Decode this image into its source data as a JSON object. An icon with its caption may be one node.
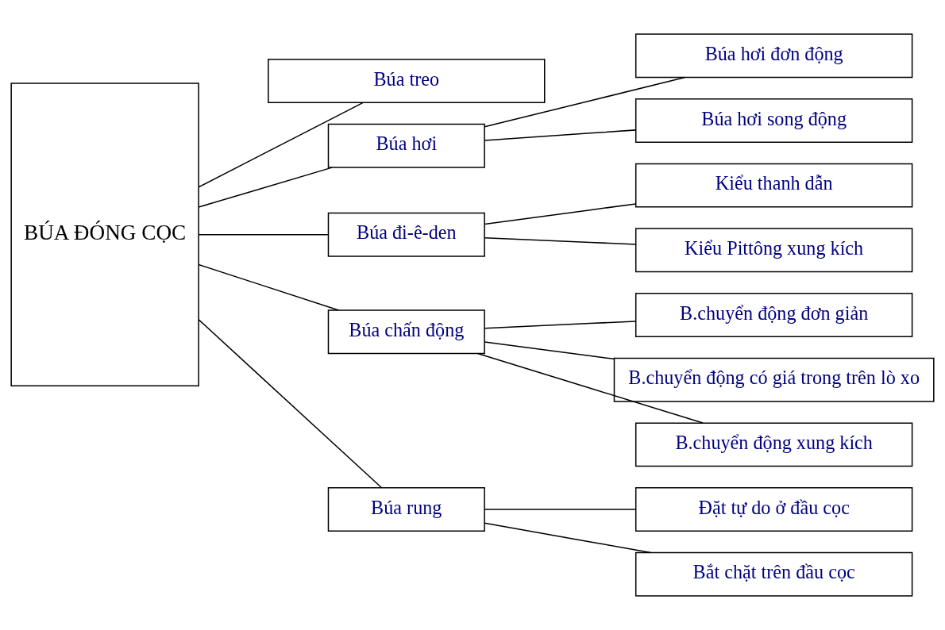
{
  "diagram": {
    "nodes": [
      {
        "text": [
          "BÚA ĐÓNG CỌC"
        ]
      },
      {
        "text": [
          "Búa treo"
        ]
      },
      {
        "text": [
          "Búa hơi"
        ]
      },
      {
        "text": [
          "Búa đi-ê-den"
        ]
      },
      {
        "text": [
          "Búa chấn động"
        ]
      },
      {
        "text": [
          "Búa rung"
        ]
      },
      {
        "text": [
          "Búa hơi đơn động"
        ]
      },
      {
        "text": [
          "Búa hơi song động"
        ]
      },
      {
        "text": [
          "Kiểu thanh dẫn"
        ]
      },
      {
        "text": [
          "Kiểu Pittông xung kích"
        ]
      },
      {
        "text": [
          "B.chuyển động đơn giản"
        ]
      },
      {
        "text": [
          "B.chuyển động có giá trong trên lò xo"
        ]
      },
      {
        "text": [
          "B.chuyển động xung kích"
        ]
      },
      {
        "text": [
          "Đặt tự do ở đầu cọc"
        ]
      },
      {
        "text": [
          "Bắt chặt trên đầu cọc"
        ]
      }
    ],
    "edges": [
      {
        "from": 0,
        "to": 1,
        "arrow": "none"
      },
      {
        "from": 0,
        "to": 2,
        "arrow": "none"
      },
      {
        "from": 0,
        "to": 3,
        "arrow": "none"
      },
      {
        "from": 0,
        "to": 4,
        "arrow": "none"
      },
      {
        "from": 0,
        "to": 5,
        "arrow": "none"
      },
      {
        "from": 2,
        "to": 6,
        "arrow": "none"
      },
      {
        "from": 2,
        "to": 7,
        "arrow": "none"
      },
      {
        "from": 3,
        "to": 8,
        "arrow": "none"
      },
      {
        "from": 3,
        "to": 9,
        "arrow": "none"
      },
      {
        "from": 4,
        "to": 10,
        "arrow": "none"
      },
      {
        "from": 4,
        "to": 11,
        "arrow": "none"
      },
      {
        "from": 4,
        "to": 12,
        "arrow": "none"
      },
      {
        "from": 5,
        "to": 13,
        "arrow": "none"
      },
      {
        "from": 5,
        "to": 14,
        "arrow": "none"
      }
    ]
  }
}
